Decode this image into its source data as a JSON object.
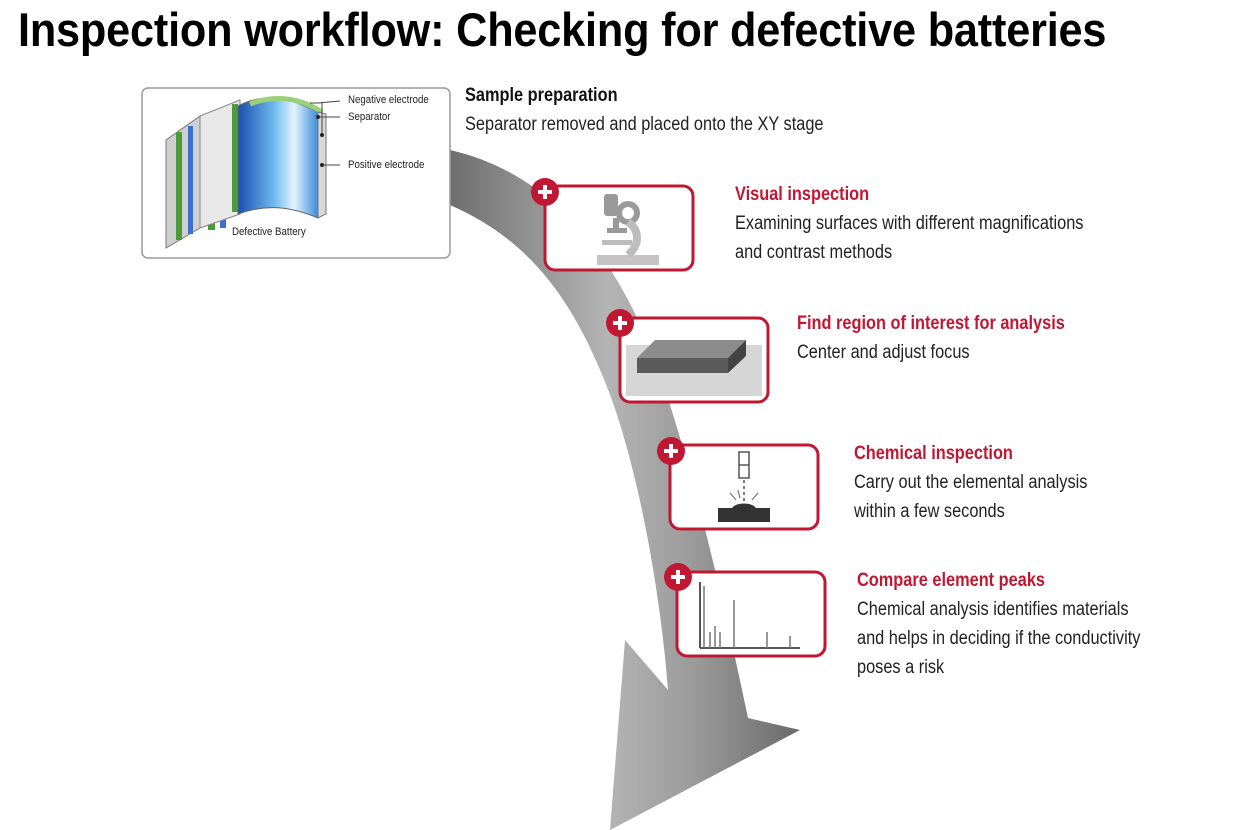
{
  "title": "Inspection workflow: Checking for defective batteries",
  "battery": {
    "labels": {
      "negative": "Negative electrode",
      "separator": "Separator",
      "positive": "Positive electrode",
      "caption": "Defective Battery"
    }
  },
  "steps": [
    {
      "title": "Sample preparation",
      "body": [
        "Separator removed and placed onto the XY stage"
      ],
      "icon": "battery-icon"
    },
    {
      "title": "Visual inspection",
      "body": [
        "Examining surfaces with different magnifications",
        "and contrast methods"
      ],
      "icon": "microscope-icon"
    },
    {
      "title": "Find region of interest for analysis",
      "body": [
        "Center and adjust focus"
      ],
      "icon": "sample-block-icon"
    },
    {
      "title": "Chemical inspection",
      "body": [
        "Carry out the elemental analysis",
        "within a few seconds"
      ],
      "icon": "laser-analysis-icon"
    },
    {
      "title": "Compare element peaks",
      "body": [
        "Chemical analysis identifies materials",
        "and helps in deciding if the conductivity",
        "poses a risk"
      ],
      "icon": "spectrum-peaks-icon"
    }
  ],
  "colors": {
    "accent": "#c01733",
    "arrow": "#8a8a8a",
    "text": "#1a1a1a"
  }
}
